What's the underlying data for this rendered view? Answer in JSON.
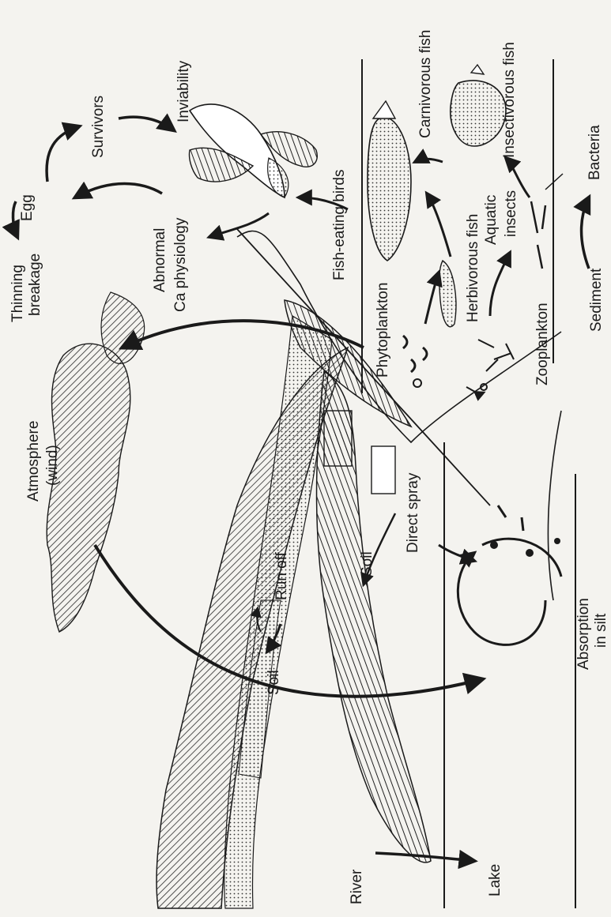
{
  "labels": {
    "thinning": "Thinning",
    "breakage": "breakage",
    "egg": "Egg",
    "survivors": "Survivors",
    "inviability": "Inviability",
    "abnormal": "Abnormal",
    "ca_physiology": "Ca physiology",
    "fish_eating_birds": "Fish-eating birds",
    "carnivorous_fish": "Carnivorous fish",
    "insectivorous_fish": "Insectivorous fish",
    "phytoplankton": "Phytoplankton",
    "herbivorous_fish": "Herbivorous fish",
    "aquatic": "Aquatic",
    "insects": "insects",
    "bacteria": "Bacteria",
    "zooplankton": "Zooplankton",
    "sediment": "Sediment",
    "atmosphere": "Atmosphere",
    "wind": "(wind)",
    "direct_spray": "Direct spray",
    "soil_upper": "Soil",
    "run_off": "Run off",
    "soil_lower": "Soil",
    "absorption": "Absorption",
    "in_silt": "in silt",
    "river": "River",
    "lake": "Lake"
  }
}
